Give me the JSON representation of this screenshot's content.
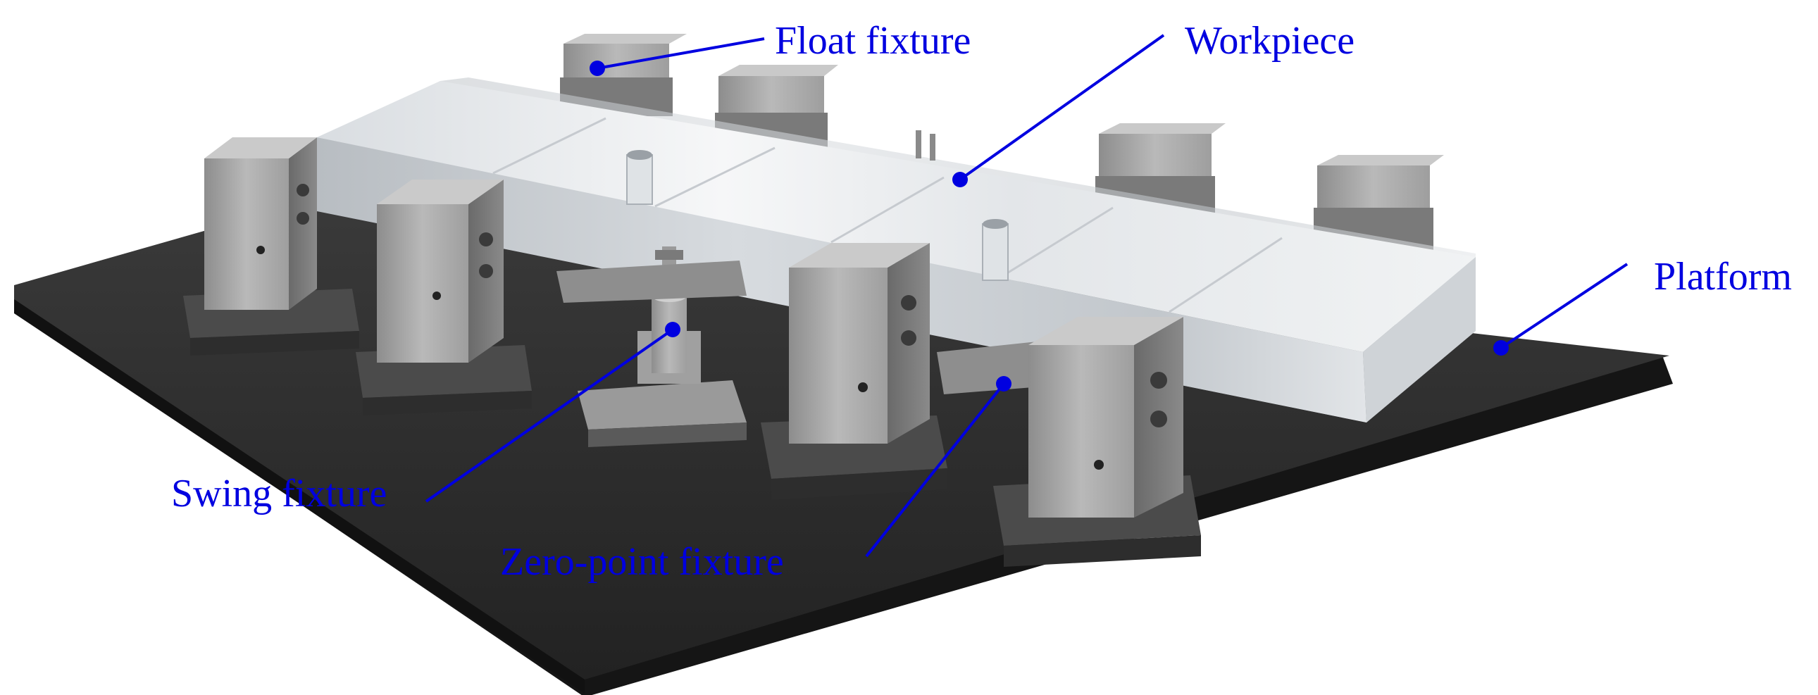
{
  "labels": {
    "float_fixture": "Float fixture",
    "workpiece": "Workpiece",
    "platform": "Platform",
    "swing_fixture": "Swing fixture",
    "zero_point_fixture": "Zero-point fixture"
  },
  "colors": {
    "annotation": "#0000e0",
    "platform_top": "#2d2d2d",
    "platform_edge": "#161616",
    "workpiece_top": "#e9ecef",
    "workpiece_front": "#c8cdd2",
    "fixture_light": "#b7b7b7",
    "fixture_dark": "#6e6e6e",
    "background": "#ffffff"
  },
  "icons": {
    "marker": "filled-circle-marker"
  }
}
